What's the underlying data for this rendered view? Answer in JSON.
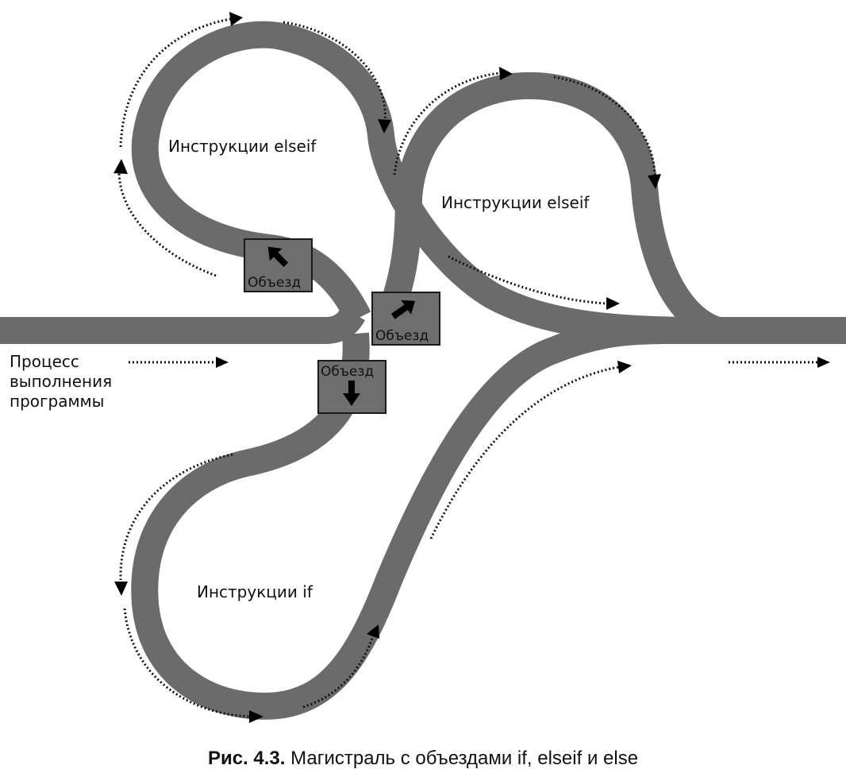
{
  "diagram": {
    "program_flow_label": [
      "Процесс",
      "выполнения",
      "программы"
    ],
    "loops": [
      {
        "label": "Инструкции elseif"
      },
      {
        "label": "Инструкции elseif"
      },
      {
        "label": "Инструкции if"
      }
    ],
    "signs": [
      {
        "label": "Объезд",
        "arrow": "up-left-arrow"
      },
      {
        "label": "Объезд",
        "arrow": "up-right-arrow"
      },
      {
        "label": "Объезд",
        "arrow": "down-arrow"
      }
    ],
    "colors": {
      "road": "#6b6b6b",
      "sign": "#6e6e6e",
      "arrows": "#000000"
    }
  },
  "caption": {
    "lead": "Рис. 4.3.",
    "text": " Магистраль с объездами if, elseif и else"
  }
}
